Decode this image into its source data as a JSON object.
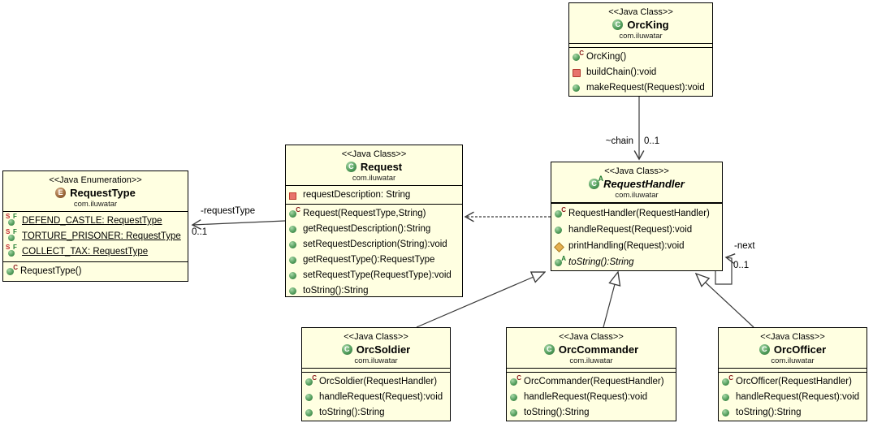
{
  "diagram": {
    "classes": [
      {
        "name": "OrcKing",
        "stereotype": "<<Java Class>>",
        "package": "com.iluwatar",
        "kind": "class",
        "members": [
          {
            "icon": "constructor-method",
            "label": "OrcKing()"
          },
          {
            "icon": "private-method",
            "label": "buildChain():void"
          },
          {
            "icon": "public-method",
            "label": "makeRequest(Request):void"
          }
        ]
      },
      {
        "name": "RequestHandler",
        "stereotype": "<<Java Class>>",
        "package": "com.iluwatar",
        "kind": "abstract-class",
        "members": [
          {
            "icon": "constructor-method",
            "label": "RequestHandler(RequestHandler)"
          },
          {
            "icon": "public-method",
            "label": "handleRequest(Request):void"
          },
          {
            "icon": "protected-method",
            "label": "printHandling(Request):void"
          },
          {
            "icon": "abstract-method",
            "label": "toString():String"
          }
        ]
      },
      {
        "name": "Request",
        "stereotype": "<<Java Class>>",
        "package": "com.iluwatar",
        "kind": "class",
        "fields": [
          {
            "icon": "private-field",
            "label": "requestDescription: String"
          }
        ],
        "members": [
          {
            "icon": "constructor-method",
            "label": "Request(RequestType,String)"
          },
          {
            "icon": "public-method",
            "label": "getRequestDescription():String"
          },
          {
            "icon": "public-method",
            "label": "setRequestDescription(String):void"
          },
          {
            "icon": "public-method",
            "label": "getRequestType():RequestType"
          },
          {
            "icon": "public-method",
            "label": "setRequestType(RequestType):void"
          },
          {
            "icon": "public-method",
            "label": "toString():String"
          }
        ]
      },
      {
        "name": "RequestType",
        "stereotype": "<<Java Enumeration>>",
        "package": "com.iluwatar",
        "kind": "enumeration",
        "fields": [
          {
            "icon": "static-final-field",
            "label": "DEFEND_CASTLE: RequestType"
          },
          {
            "icon": "static-final-field",
            "label": "TORTURE_PRISONER: RequestType"
          },
          {
            "icon": "static-final-field",
            "label": "COLLECT_TAX: RequestType"
          }
        ],
        "members": [
          {
            "icon": "constructor-method",
            "label": "RequestType()"
          }
        ]
      },
      {
        "name": "OrcSoldier",
        "stereotype": "<<Java Class>>",
        "package": "com.iluwatar",
        "kind": "class",
        "members": [
          {
            "icon": "constructor-method",
            "label": "OrcSoldier(RequestHandler)"
          },
          {
            "icon": "public-method",
            "label": "handleRequest(Request):void"
          },
          {
            "icon": "public-method",
            "label": "toString():String"
          }
        ]
      },
      {
        "name": "OrcCommander",
        "stereotype": "<<Java Class>>",
        "package": "com.iluwatar",
        "kind": "class",
        "members": [
          {
            "icon": "constructor-method",
            "label": "OrcCommander(RequestHandler)"
          },
          {
            "icon": "public-method",
            "label": "handleRequest(Request):void"
          },
          {
            "icon": "public-method",
            "label": "toString():String"
          }
        ]
      },
      {
        "name": "OrcOfficer",
        "stereotype": "<<Java Class>>",
        "package": "com.iluwatar",
        "kind": "class",
        "members": [
          {
            "icon": "constructor-method",
            "label": "OrcOfficer(RequestHandler)"
          },
          {
            "icon": "public-method",
            "label": "handleRequest(Request):void"
          },
          {
            "icon": "public-method",
            "label": "toString():String"
          }
        ]
      }
    ],
    "edges": {
      "chain": {
        "label": "~chain",
        "multiplicity": "0..1"
      },
      "request_type": {
        "label": "-requestType",
        "multiplicity": "0..1"
      },
      "next": {
        "label": "-next",
        "multiplicity": "0..1"
      }
    }
  },
  "icon_overlays": {
    "class_letter": "C",
    "enum_letter": "E",
    "constructor": "C",
    "abstract": "A",
    "static": "S",
    "final": "F"
  },
  "colors": {
    "box_fill": "#FFFFE1",
    "box_border": "#000000",
    "line": "#3A3A3A",
    "public_green": "#4E9A58",
    "private_red": "#E8736B",
    "protected_gold": "#E5B04E",
    "enum_brown": "#9A6638"
  }
}
